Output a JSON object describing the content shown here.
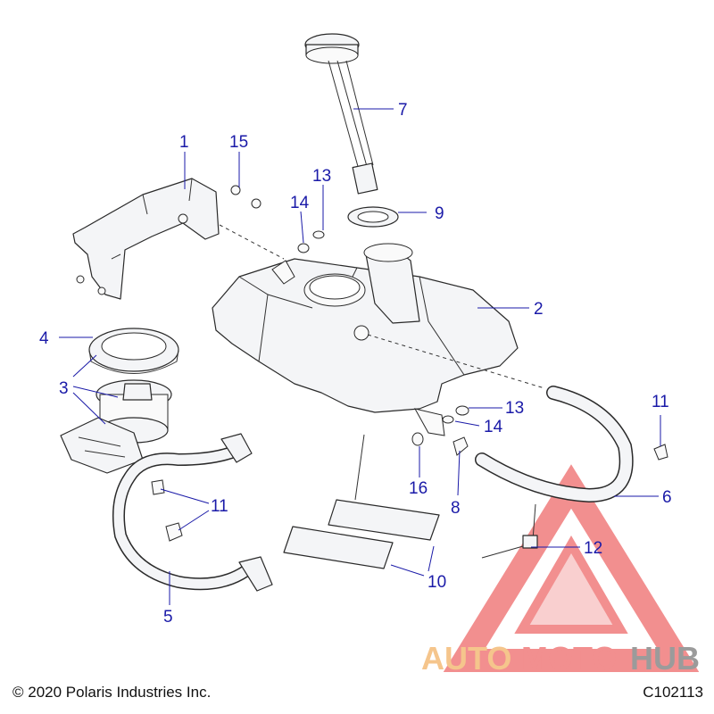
{
  "footer": {
    "copyright": "© 2020 Polaris Industries Inc.",
    "diagram_code": "C102113"
  },
  "watermark": {
    "part1": "AUTO",
    "part2": "MOTO",
    "part3": "HUB",
    "color_auto": "#f2b266",
    "color_moto": "#ee6a6a",
    "color_hub": "#7a7a7a"
  },
  "callouts": {
    "c1": "1",
    "c2": "2",
    "c3": "3",
    "c4": "4",
    "c5": "5",
    "c6": "6",
    "c7": "7",
    "c8": "8",
    "c9": "9",
    "c10": "10",
    "c11a": "11",
    "c11b": "11",
    "c12": "12",
    "c13a": "13",
    "c13b": "13",
    "c14a": "14",
    "c14b": "14",
    "c15": "15",
    "c16": "16"
  },
  "colors": {
    "callout": "#1a1aa8"
  }
}
